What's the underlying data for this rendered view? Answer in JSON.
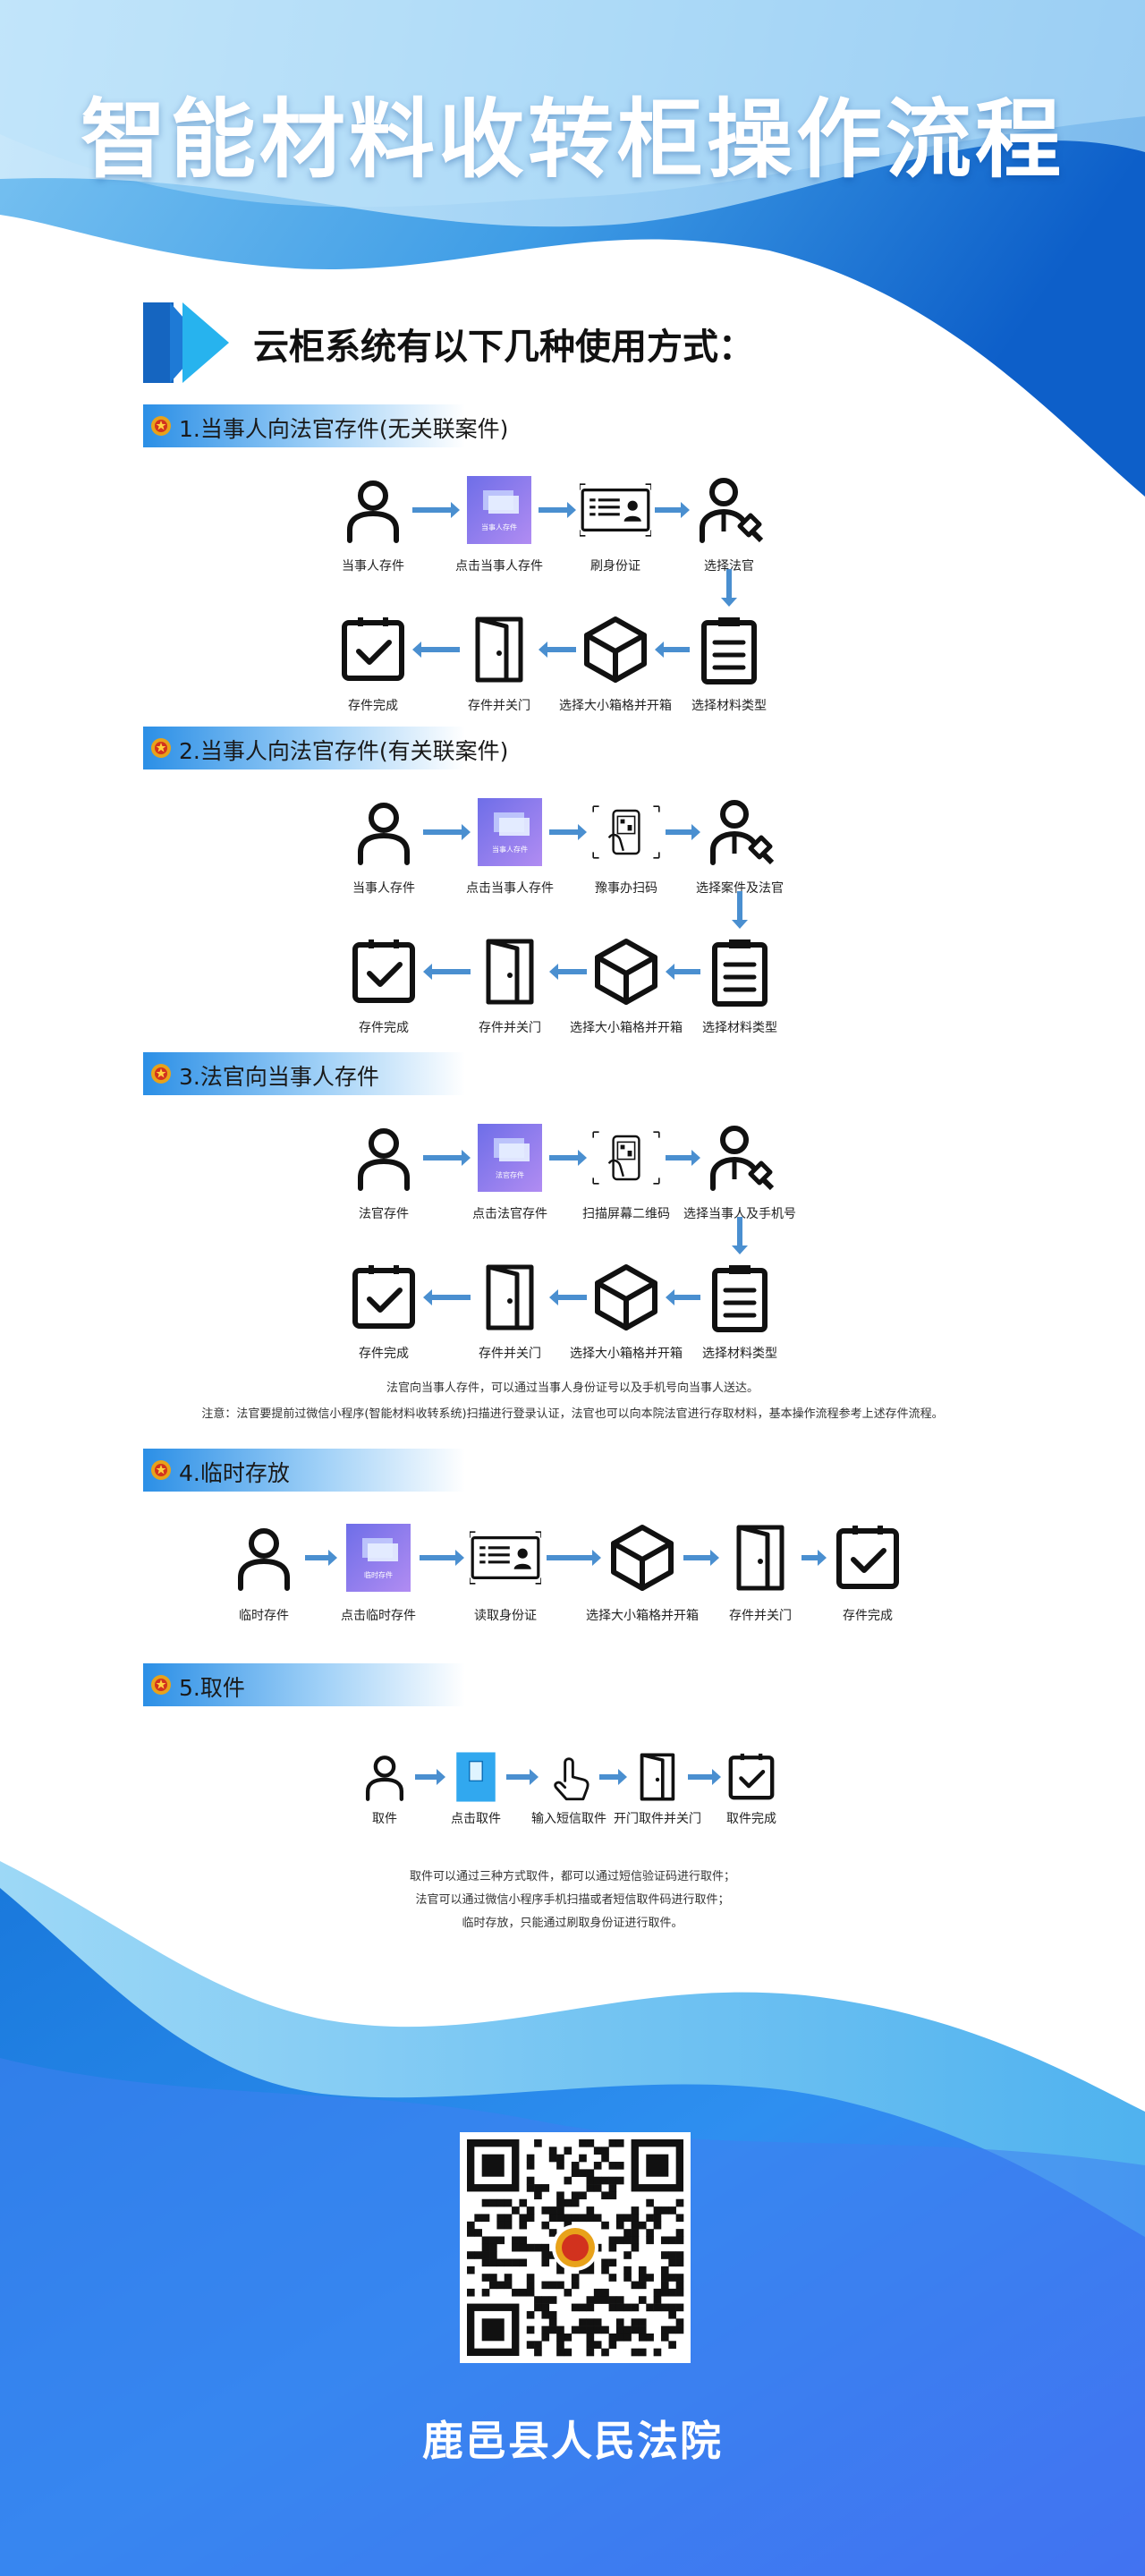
{
  "title": "智能材料收转柜操作流程",
  "subtitle": "云柜系统有以下几种使用方式：",
  "sections": [
    {
      "heading": "1.当事人向法官存件(无关联案件)",
      "row1": [
        {
          "label": "当事人存件",
          "icon": "person-icon"
        },
        {
          "label": "点击当事人存件",
          "icon": "screen-icon",
          "screen_text": "当事人存件"
        },
        {
          "label": "刷身份证",
          "icon": "id-card-icon"
        },
        {
          "label": "选择法官",
          "icon": "judge-icon"
        }
      ],
      "row2": [
        {
          "label": "选择材料类型",
          "icon": "clipboard-list-icon"
        },
        {
          "label": "选择大小箱格并开箱",
          "icon": "box-icon"
        },
        {
          "label": "存件并关门",
          "icon": "door-icon"
        },
        {
          "label": "存件完成",
          "icon": "check-icon"
        }
      ]
    },
    {
      "heading": "2.当事人向法官存件(有关联案件)",
      "row1": [
        {
          "label": "当事人存件",
          "icon": "person-icon"
        },
        {
          "label": "点击当事人存件",
          "icon": "screen-icon",
          "screen_text": "当事人存件"
        },
        {
          "label": "豫事办扫码",
          "icon": "phone-scan-icon"
        },
        {
          "label": "选择案件及法官",
          "icon": "judge-icon"
        }
      ],
      "row2": [
        {
          "label": "选择材料类型",
          "icon": "clipboard-list-icon"
        },
        {
          "label": "选择大小箱格并开箱",
          "icon": "box-icon"
        },
        {
          "label": "存件并关门",
          "icon": "door-icon"
        },
        {
          "label": "存件完成",
          "icon": "check-icon"
        }
      ]
    },
    {
      "heading": "3.法官向当事人存件",
      "row1": [
        {
          "label": "法官存件",
          "icon": "person-icon"
        },
        {
          "label": "点击法官存件",
          "icon": "screen-icon",
          "screen_text": "法官存件"
        },
        {
          "label": "扫描屏幕二维码",
          "icon": "phone-qr-icon"
        },
        {
          "label": "选择当事人及手机号",
          "icon": "judge-icon"
        }
      ],
      "row2": [
        {
          "label": "选择材料类型",
          "icon": "clipboard-list-icon"
        },
        {
          "label": "选择大小箱格并开箱",
          "icon": "box-icon"
        },
        {
          "label": "存件并关门",
          "icon": "door-icon"
        },
        {
          "label": "存件完成",
          "icon": "check-icon"
        }
      ],
      "notes": [
        "法官向当事人存件，可以通过当事人身份证号以及手机号向当事人送达。",
        "注意：法官要提前过微信小程序(智能材料收转系统)扫描进行登录认证，法官也可以向本院法官进行存取材料，基本操作流程参考上述存件流程。"
      ]
    },
    {
      "heading": "4.临时存放",
      "row1": [
        {
          "label": "临时存件",
          "icon": "person-icon"
        },
        {
          "label": "点击临时存件",
          "icon": "screen-icon",
          "screen_text": "临时存件"
        },
        {
          "label": "读取身份证",
          "icon": "id-card-icon"
        },
        {
          "label": "选择大小箱格并开箱",
          "icon": "box-icon"
        },
        {
          "label": "存件并关门",
          "icon": "door-icon"
        },
        {
          "label": "存件完成",
          "icon": "check-icon"
        }
      ]
    },
    {
      "heading": "5.取件",
      "row1": [
        {
          "label": "取件",
          "icon": "person-icon"
        },
        {
          "label": "点击取件",
          "icon": "screen-blue-icon"
        },
        {
          "label": "输入短信取件",
          "icon": "touch-icon"
        },
        {
          "label": "开门取件并关门",
          "icon": "door-icon"
        },
        {
          "label": "取件完成",
          "icon": "check-icon"
        }
      ],
      "notes": [
        "取件可以通过三种方式取件，都可以通过短信验证码进行取件；",
        "法官可以通过微信小程序手机扫描或者短信取件码进行取件；",
        "临时存放，只能通过刷取身份证进行取件。"
      ]
    }
  ],
  "footer": {
    "court_name": "鹿邑县人民法院",
    "qr_icon": "qr-code-icon"
  },
  "colors": {
    "primary_blue": "#1a6fd8",
    "light_blue": "#5ab7f2",
    "arrow": "#4a8fd0",
    "screen_purple": "#7f74ea"
  }
}
